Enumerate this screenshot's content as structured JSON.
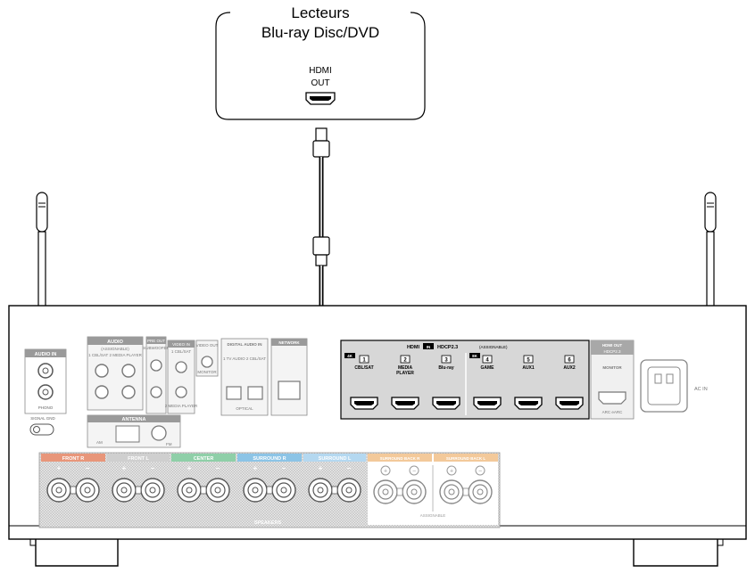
{
  "player": {
    "title_line1": "Lecteurs",
    "title_line2": "Blu-ray Disc/DVD",
    "port_line1": "HDMI",
    "port_line2": "OUT"
  },
  "receiver": {
    "audio_in_label": "AUDIO IN",
    "phono_label": "PHONO",
    "signal_gnd_label": "SIGNAL GND",
    "assignable_audio_label": "AUDIO",
    "assignable_sub": "(ASSIGNABLE)",
    "cbl_sat_media": "1 CBL/SAT  2 MEDIA PLAYER",
    "pre_out_label": "PRE OUT",
    "subwoofer_label": "SUBWOOFER",
    "video_in_label": "VIDEO IN",
    "video_in_sub": "1 CBL/SAT",
    "video_out_label": "VIDEO OUT",
    "video_out_sub": "MONITOR",
    "media_player_label": "2 MEDIA PLAYER",
    "digital_audio_label": "DIGITAL AUDIO IN",
    "digital_sub": "1 TV AUDIO  2 CBL/SAT",
    "optical_label": "OPTICAL",
    "network_label": "NETWORK",
    "antenna_label": "ANTENNA",
    "am_label": "AM",
    "fm_label": "FM",
    "hdmi_header": "HDMI",
    "hdmi_in_badge": "IN",
    "hdcp_label": "HDCP2.3",
    "hdmi_assignable": "(ASSIGNABLE)",
    "badge_4k": "4K",
    "badge_8k": "8K",
    "hdmi_inputs": [
      {
        "num": "1",
        "label": "CBL/SAT"
      },
      {
        "num": "2",
        "label": "MEDIA PLAYER"
      },
      {
        "num": "3",
        "label": "Blu-ray"
      },
      {
        "num": "4",
        "label": "GAME"
      },
      {
        "num": "5",
        "label": "AUX1"
      },
      {
        "num": "6",
        "label": "AUX2"
      }
    ],
    "hdmi_out_label": "HDMI OUT",
    "hdmi_out_hdcp": "HDCP2.3",
    "monitor_label": "MONITOR",
    "arc_label": "ARC eARC",
    "ac_in_label": "AC IN",
    "speakers": {
      "front_r": "FRONT R",
      "front_l": "FRONT L",
      "center": "CENTER",
      "surround_r": "SURROUND R",
      "surround_l": "SURROUND L",
      "surround_back_r": "SURROUND BACK R",
      "surround_back_l": "SURROUND BACK L",
      "speakers_label": "SPEAKERS",
      "assignable_label": "ASSIGNABLE"
    }
  },
  "colors": {
    "front_r": "#e8967a",
    "front_l": "#cfcfcf",
    "center": "#8fcfa8",
    "surround_r": "#8cc4e6",
    "surround_l": "#b4d8f0",
    "surround_back": "#f3c99a",
    "highlight_panel": "#d7d7d7",
    "cable": "#000000"
  }
}
